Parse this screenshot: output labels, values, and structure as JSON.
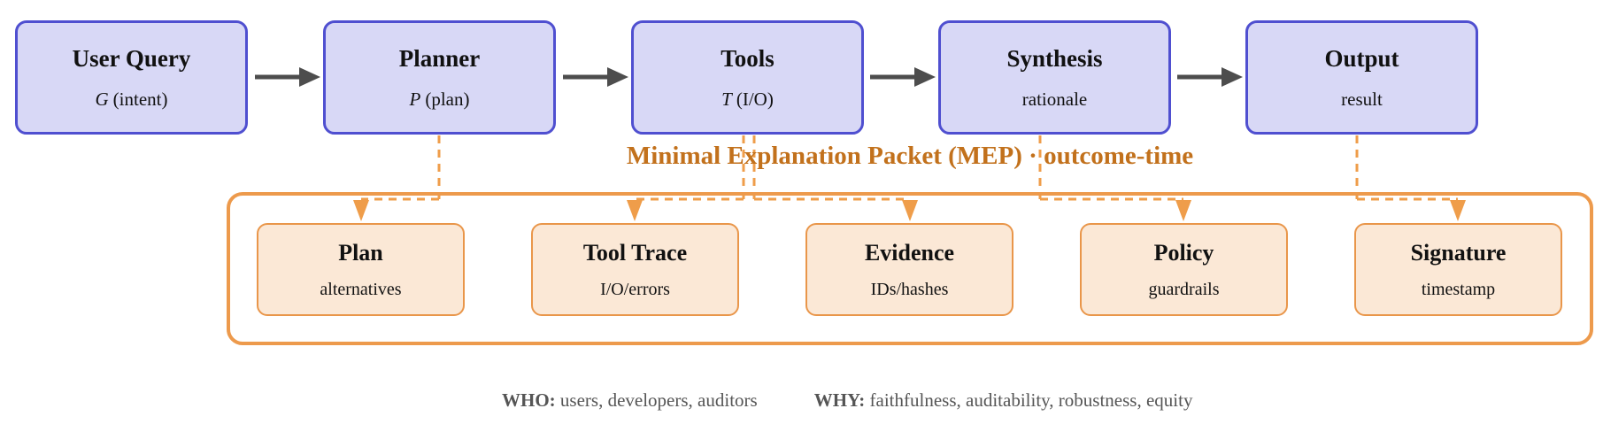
{
  "diagram_title": "Minimal Explanation Packet (MEP) · outcome-time",
  "pipeline": {
    "boxes": [
      {
        "title": "User Query",
        "symbol_display": "G",
        "symbol_unicode": "𝒢",
        "subtitle": "(intent)"
      },
      {
        "title": "Planner",
        "symbol_display": "P",
        "symbol_unicode": "𝒫",
        "subtitle": "(plan)"
      },
      {
        "title": "Tools",
        "symbol_display": "T",
        "symbol_unicode": "𝒯",
        "subtitle": "(I/O)"
      },
      {
        "title": "Synthesis",
        "symbol_display": "",
        "symbol_unicode": "",
        "subtitle": "rationale"
      },
      {
        "title": "Output",
        "symbol_display": "",
        "symbol_unicode": "",
        "subtitle": "result"
      }
    ]
  },
  "packet": {
    "boxes": [
      {
        "title": "Plan",
        "subtitle": "alternatives"
      },
      {
        "title": "Tool Trace",
        "subtitle": "I/O/errors"
      },
      {
        "title": "Evidence",
        "subtitle": "IDs/hashes"
      },
      {
        "title": "Policy",
        "subtitle": "guardrails"
      },
      {
        "title": "Signature",
        "subtitle": "timestamp"
      }
    ]
  },
  "footer": {
    "who_label": "WHO:",
    "who_text": " users, developers, auditors",
    "why_label": "WHY:",
    "why_text": " faithfulness, auditability, robustness, equity"
  },
  "colors": {
    "pipeline_fill": "#d8d8f6",
    "pipeline_border": "#4f4fd0",
    "flow_arrow_gray": "#4d4d4d",
    "packet_orange": "#ed9a4c",
    "packet_fill": "#fbe8d6",
    "title_orange": "#c2711c",
    "footer_gray": "#555555",
    "text_dark": "#111111"
  }
}
